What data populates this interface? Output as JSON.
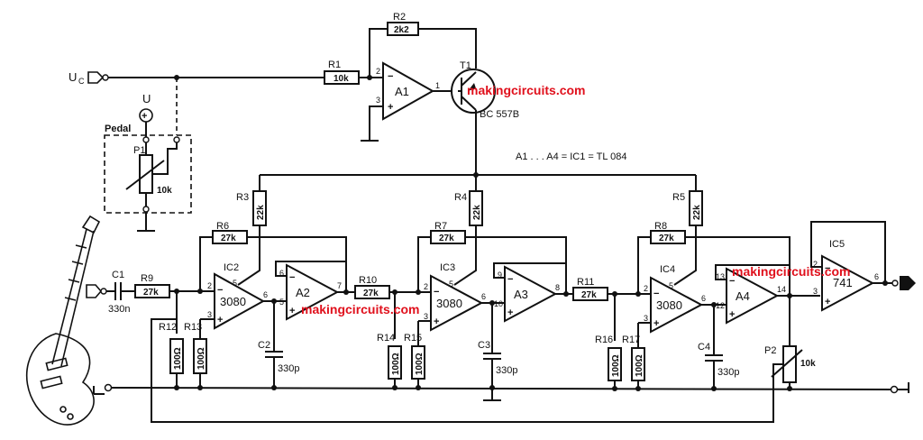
{
  "title": "A1 . . . A4 = IC1 = TL 084",
  "watermark": "makingcircuits.com",
  "inputs": {
    "uc": "U",
    "uc_sub": "C",
    "supply": "U",
    "pedal": "Pedal"
  },
  "ics": {
    "ic2": "IC2",
    "ic3": "IC3",
    "ic4": "IC4",
    "ic5": "IC5"
  },
  "ota": "3080",
  "opamp_741": "741",
  "amps": {
    "a1": "A1",
    "a2": "A2",
    "a3": "A3",
    "a4": "A4"
  },
  "transistor": {
    "ref": "T1",
    "type": "BC 557B"
  },
  "resistors": {
    "r1": {
      "ref": "R1",
      "value": "10k"
    },
    "r2": {
      "ref": "R2",
      "value": "2k2"
    },
    "r3": {
      "ref": "R3",
      "value": "22k"
    },
    "r4": {
      "ref": "R4",
      "value": "22k"
    },
    "r5": {
      "ref": "R5",
      "value": "22k"
    },
    "r6": {
      "ref": "R6",
      "value": "27k"
    },
    "r7": {
      "ref": "R7",
      "value": "27k"
    },
    "r8": {
      "ref": "R8",
      "value": "27k"
    },
    "r9": {
      "ref": "R9",
      "value": "27k"
    },
    "r10": {
      "ref": "R10",
      "value": "27k"
    },
    "r11": {
      "ref": "R11",
      "value": "27k"
    },
    "r12": {
      "ref": "R12",
      "value": "100Ω"
    },
    "r13": {
      "ref": "R13",
      "value": "100Ω"
    },
    "r14": {
      "ref": "R14",
      "value": "100Ω"
    },
    "r15": {
      "ref": "R15",
      "value": "100Ω"
    },
    "r16": {
      "ref": "R16",
      "value": "100Ω"
    },
    "r17": {
      "ref": "R17",
      "value": "100Ω"
    }
  },
  "pots": {
    "p1": {
      "ref": "P1",
      "value": "10k"
    },
    "p2": {
      "ref": "P2",
      "value": "10k"
    }
  },
  "caps": {
    "c1": {
      "ref": "C1",
      "value": "330n"
    },
    "c2": {
      "ref": "C2",
      "value": "330p"
    },
    "c3": {
      "ref": "C3",
      "value": "330p"
    },
    "c4": {
      "ref": "C4",
      "value": "330p"
    }
  },
  "pins": {
    "p1": "1",
    "p2": "2",
    "p3": "3",
    "p5": "5",
    "p6": "6",
    "p7": "7",
    "p8": "8",
    "p9": "9",
    "p10": "10",
    "p12": "12",
    "p13": "13",
    "p14": "14"
  }
}
